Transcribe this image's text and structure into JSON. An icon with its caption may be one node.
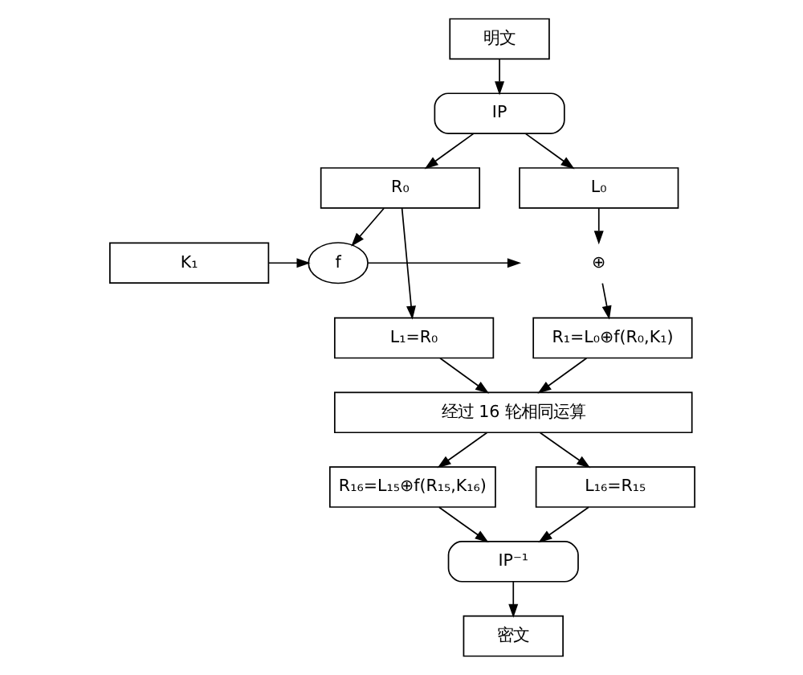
{
  "diagram": {
    "nodes": [
      {
        "text": [
          "明文"
        ]
      },
      {
        "text": [
          "IP"
        ]
      },
      {
        "text": [
          "L₀"
        ]
      },
      {
        "text": [
          "R₀"
        ]
      },
      {
        "text": [
          "⊕"
        ]
      },
      {
        "text": [
          "f"
        ]
      },
      {
        "text": [
          "K₁"
        ]
      },
      {
        "text": [
          "L₁=R₀"
        ]
      },
      {
        "text": [
          "R₁=L₀⊕f(R₀,K₁)"
        ]
      },
      {
        "text": [
          "经过 16 轮相同运算"
        ]
      },
      {
        "text": [
          "R₁₆=L₁₅⊕f(R₁₅,K₁₆)"
        ]
      },
      {
        "text": [
          "L₁₆=R₁₅"
        ]
      },
      {
        "text": [
          "IP⁻¹"
        ]
      },
      {
        "text": [
          "密文"
        ]
      }
    ],
    "edges": [
      {
        "from": 0,
        "to": 1,
        "arrow": "to"
      },
      {
        "from": 1,
        "to": 2,
        "arrow": "to"
      },
      {
        "from": 1,
        "to": 3,
        "arrow": "to"
      },
      {
        "from": 2,
        "to": 4,
        "arrow": "to"
      },
      {
        "from": 3,
        "to": 5,
        "arrow": "to"
      },
      {
        "from": 6,
        "to": 5,
        "arrow": "to"
      },
      {
        "from": 5,
        "to": 4,
        "arrow": "to"
      },
      {
        "from": 4,
        "to": 8,
        "arrow": "to"
      },
      {
        "from": 3,
        "to": 7,
        "arrow": "to"
      },
      {
        "from": 7,
        "to": 9,
        "arrow": "to"
      },
      {
        "from": 8,
        "to": 9,
        "arrow": "to"
      },
      {
        "from": 9,
        "to": 10,
        "arrow": "to"
      },
      {
        "from": 9,
        "to": 11,
        "arrow": "to"
      },
      {
        "from": 10,
        "to": 12,
        "arrow": "to"
      },
      {
        "from": 11,
        "to": 12,
        "arrow": "to"
      },
      {
        "from": 12,
        "to": 13,
        "arrow": "to"
      }
    ]
  }
}
